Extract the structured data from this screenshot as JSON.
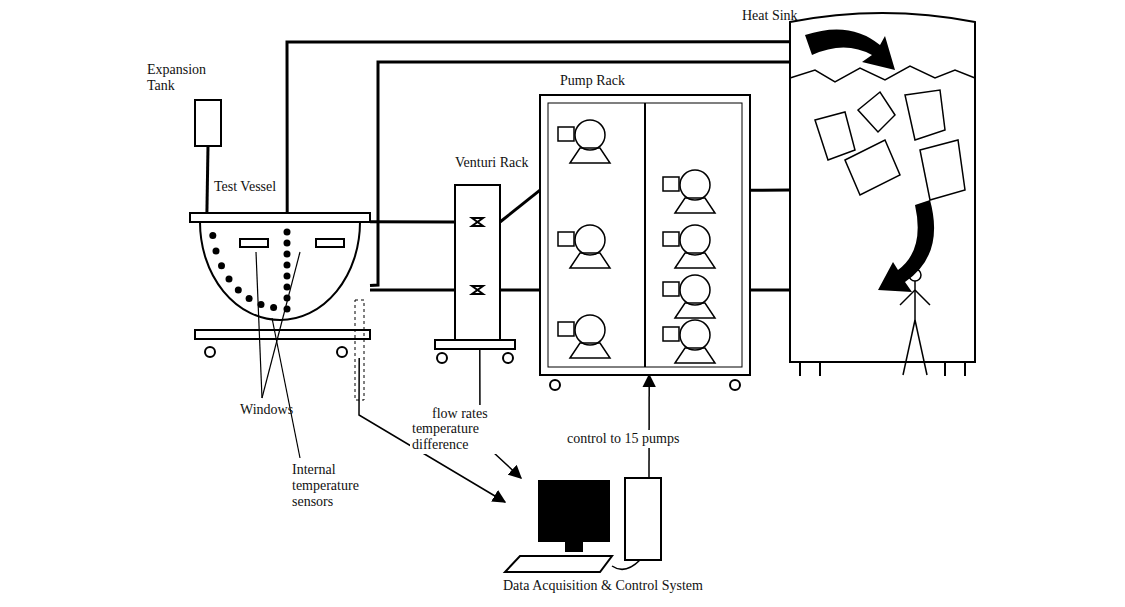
{
  "diagram": {
    "nodes": [
      {
        "text": [
          "Expansion Tank"
        ]
      },
      {
        "text": [
          "Test Vessel"
        ]
      },
      {
        "text": [
          "Venturi Rack"
        ]
      },
      {
        "text": [
          "Pump Rack"
        ]
      },
      {
        "text": [
          "Heat Sink"
        ]
      },
      {
        "text": [
          "Data Acquisition & Control System"
        ]
      }
    ],
    "edges": [
      {
        "from": 0,
        "to": 1,
        "arrow": "none"
      },
      {
        "from": 1,
        "to": 4,
        "arrow": "none"
      },
      {
        "from": 1,
        "to": 4,
        "arrow": "none"
      },
      {
        "from": 1,
        "to": 2,
        "arrow": "none"
      },
      {
        "from": 1,
        "to": 2,
        "arrow": "none"
      },
      {
        "from": 2,
        "to": 3,
        "arrow": "none"
      },
      {
        "from": 2,
        "to": 3,
        "arrow": "none"
      },
      {
        "from": 3,
        "to": 4,
        "arrow": "none"
      },
      {
        "from": 3,
        "to": 4,
        "arrow": "none"
      },
      {
        "from": 2,
        "to": 5,
        "label": "flow rates",
        "arrow": "to"
      },
      {
        "from": 1,
        "to": 5,
        "label": "temperature difference",
        "arrow": "to"
      },
      {
        "from": 5,
        "to": 3,
        "label": "control to 15 pumps",
        "arrow": "to"
      }
    ],
    "labels": [
      "Windows",
      "Internal temperature sensors"
    ]
  }
}
